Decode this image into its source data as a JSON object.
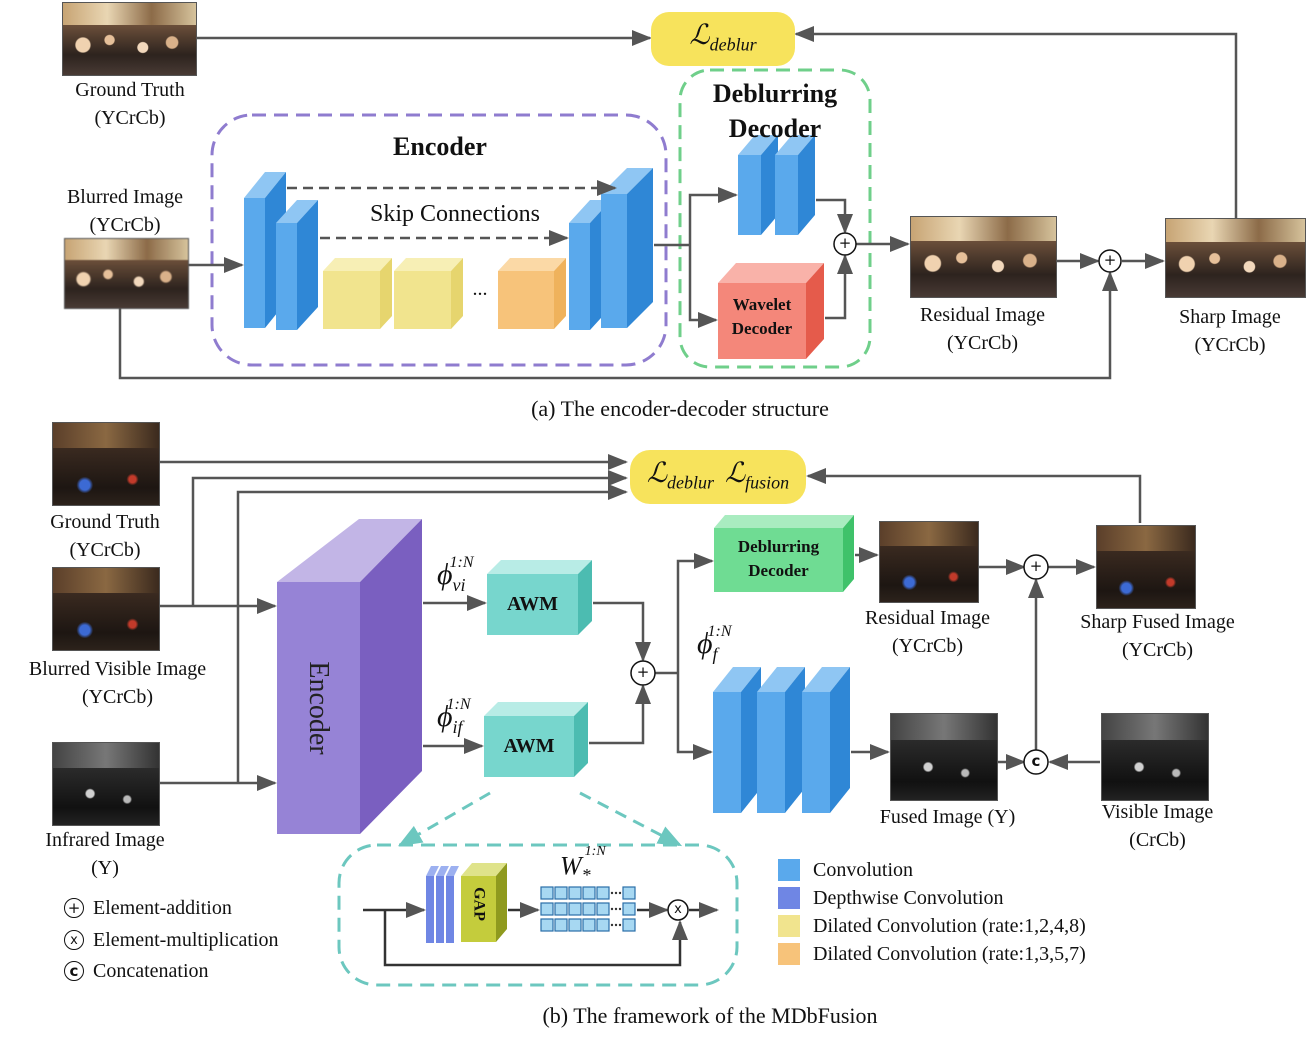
{
  "part_a": {
    "caption": "(a) The encoder-decoder structure",
    "ground_truth": [
      "Ground Truth",
      "(YCrCb)"
    ],
    "blurred_image": [
      "Blurred Image",
      "(YCrCb)"
    ],
    "encoder_title": "Encoder",
    "skip_connections": "Skip Connections",
    "ellipsis": "...",
    "deblurring_decoder": [
      "Deblurring",
      "Decoder"
    ],
    "wavelet_decoder": [
      "Wavelet",
      "Decoder"
    ],
    "residual_image": [
      "Residual Image",
      "(YCrCb)"
    ],
    "sharp_image": [
      "Sharp Image",
      "(YCrCb)"
    ],
    "loss_main": "ℒ",
    "loss_sub": "deblur"
  },
  "part_b": {
    "caption": "(b) The framework of the MDbFusion",
    "ground_truth": [
      "Ground Truth",
      "(YCrCb)"
    ],
    "blurred_visible": [
      "Blurred Visible Image",
      "(YCrCb)"
    ],
    "infrared_image": [
      "Infrared Image",
      "(Y)"
    ],
    "encoder": "Encoder",
    "phi": "ϕ",
    "phi_vi_sup": "1:N",
    "phi_vi_sub": "vi",
    "phi_if_sup": "1:N",
    "phi_if_sub": "if",
    "phi_f_sup": "1:N",
    "phi_f_sub": "f",
    "awm": "AWM",
    "deblurring_decoder": [
      "Deblurring",
      "Decoder"
    ],
    "residual_image": [
      "Residual Image",
      "(YCrCb)"
    ],
    "sharp_fused_image": [
      "Sharp Fused Image",
      "(YCrCb)"
    ],
    "fused_image": "Fused Image (Y)",
    "visible_image": [
      "Visible Image",
      "(CrCb)"
    ],
    "loss_main": "ℒ",
    "loss_deblur_sub": "deblur",
    "loss_fusion_sub": "fusion",
    "gap": "GAP",
    "w_letter": "W",
    "w_sub": "*",
    "w_sup": "1:N"
  },
  "symbols": {
    "plus": "+",
    "times": "x",
    "concat": "c"
  },
  "symbol_legend": [
    {
      "symbol": "+",
      "label": "Element-addition"
    },
    {
      "symbol": "x",
      "label": "Element-multiplication"
    },
    {
      "symbol": "c",
      "label": "Concatenation"
    }
  ],
  "color_legend": [
    {
      "color": "#5aa9ec",
      "label": "Convolution"
    },
    {
      "color": "#6f86e4",
      "label": "Depthwise Convolution"
    },
    {
      "color": "#f1e48e",
      "label": "Dilated Convolution (rate:1,2,4,8)"
    },
    {
      "color": "#f7c37a",
      "label": "Dilated Convolution (rate:1,3,5,7)"
    }
  ],
  "colors": {
    "encoder_border": "#8f7ccf",
    "decoder_border": "#6fcf8a",
    "awm_border": "#6cc7bf",
    "loss_fill": "#f7e35c",
    "conv": "#5aa9ec",
    "wavelet": "#f4877a",
    "awm_fill": "#77d6cd",
    "deblur_fill": "#6fdc93",
    "encoder_fill": "#8c78cc"
  }
}
